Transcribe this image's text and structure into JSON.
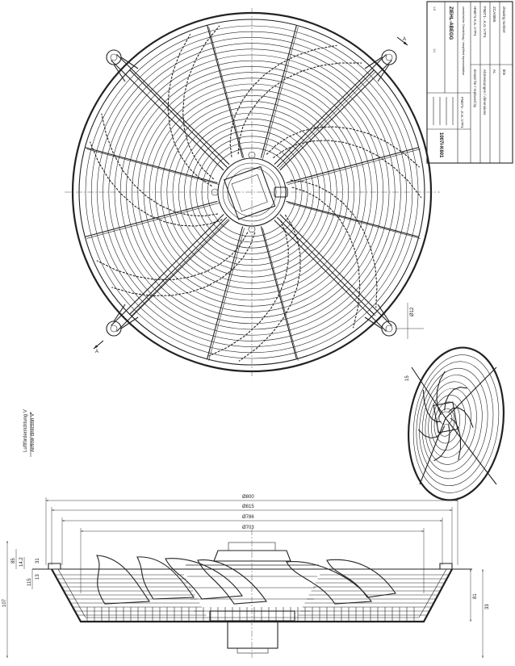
{
  "drawing": {
    "airflow_label_de": "Luftförderrichtung V",
    "airflow_label_en": "Airflow direction V",
    "section_marker": "A",
    "view_marker": "15",
    "hole_label": "Ø12"
  },
  "dimensions": {
    "d1": "Ø800",
    "d2": "Ø815",
    "d3": "Ø786",
    "d4": "Ø703",
    "h_total": "107",
    "h_a": "33",
    "h_b": "81",
    "h_c": "85",
    "h_d": "115",
    "h_e": "14.2",
    "h_f": "13",
    "h_g": "31"
  },
  "title_block": {
    "col_headers": [
      "drawing number",
      "title"
    ],
    "rows": [
      [
        "ZCA0065",
        "AL"
      ],
      [
        "FN071-..K.0..V7P1",
        "Abmessungen / dimensions"
      ],
      [
        "HN071-K.6..V7P1",
        "Ersatz für / replaced by"
      ]
    ],
    "note_de": "vereinfachte Darstellung / simplified representation",
    "part_number": "FN071-..K.6..V7P1",
    "company": "ZIEHL-ABEGG",
    "drawing_no": "1007I-K601",
    "scale": "1:5",
    "sheet": "1/1"
  }
}
